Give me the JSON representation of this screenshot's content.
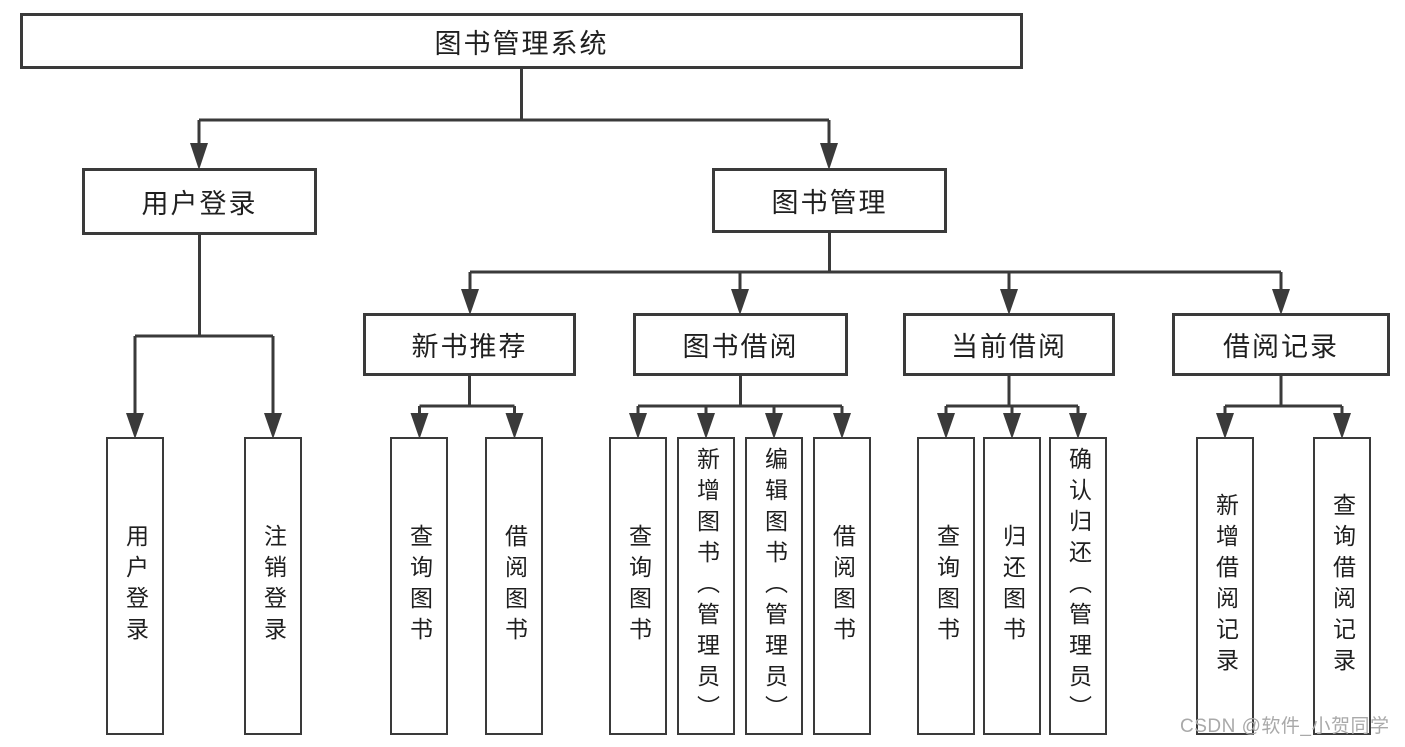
{
  "root": {
    "label": "图书管理系统"
  },
  "user_login": {
    "label": "用户登录",
    "children": [
      {
        "label": "用户登录"
      },
      {
        "label": "注销登录"
      }
    ]
  },
  "book_mgmt": {
    "label": "图书管理",
    "sections": [
      {
        "label": "新书推荐",
        "children": [
          {
            "label": "查询图书"
          },
          {
            "label": "借阅图书"
          }
        ]
      },
      {
        "label": "图书借阅",
        "children": [
          {
            "label": "查询图书"
          },
          {
            "label": "新增图书（管理员）"
          },
          {
            "label": "编辑图书（管理员）"
          },
          {
            "label": "借阅图书"
          }
        ]
      },
      {
        "label": "当前借阅",
        "children": [
          {
            "label": "查询图书"
          },
          {
            "label": "归还图书"
          },
          {
            "label": "确认归还（管理员）"
          }
        ]
      },
      {
        "label": "借阅记录",
        "children": [
          {
            "label": "新增借阅记录"
          },
          {
            "label": "查询借阅记录"
          }
        ]
      }
    ]
  },
  "watermark": {
    "text": "CSDN @软件_小贺同学"
  },
  "colors": {
    "line": "#3a3a3a",
    "text": "#1f1f1f",
    "watermark": "#a9a9a9",
    "background": "#ffffff"
  }
}
